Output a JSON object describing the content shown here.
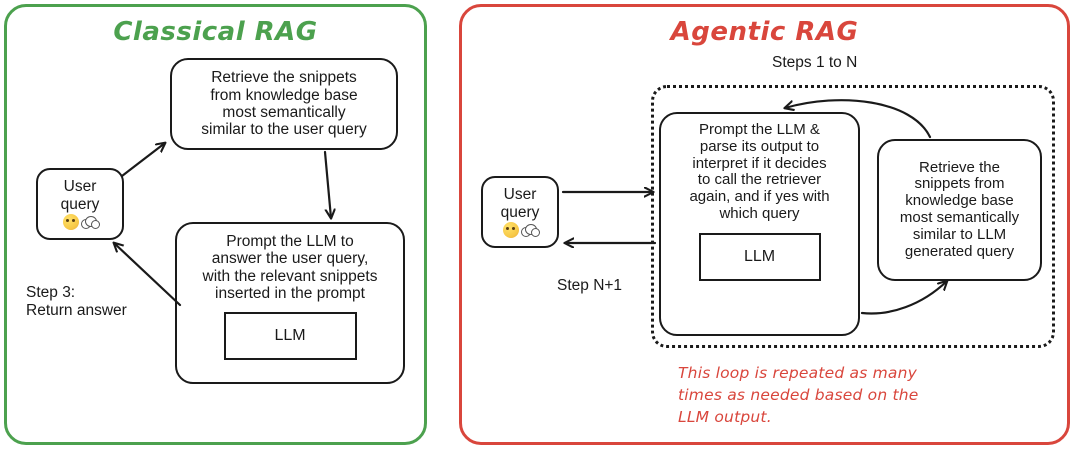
{
  "figure": {
    "title_left": "Classical RAG",
    "title_right": "Agentic RAG",
    "accent_green": "#4CA14E",
    "accent_red": "#D9463C",
    "ink": "#1a1a1a"
  },
  "classical": {
    "title": "Classical RAG",
    "user_query": {
      "line1": "User",
      "line2": "query",
      "emoji": [
        "thinking-face",
        "thought-balloon"
      ]
    },
    "retrieve_box": "Retrieve the snippets\nfrom knowledge base\nmost semantically\nsimilar to the user query",
    "prompt_box": "Prompt the LLM to\nanswer the user query,\nwith the relevant snippets\ninserted in the prompt",
    "llm_label": "LLM",
    "step_label": "Step 3:\nReturn answer"
  },
  "agentic": {
    "title": "Agentic RAG",
    "loop_label": "Steps 1 to N",
    "user_query": {
      "line1": "User",
      "line2": "query",
      "emoji": [
        "thinking-face",
        "thought-balloon"
      ]
    },
    "prompt_box": "Prompt the LLM &\nparse its output to\ninterpret if it decides\nto call the retriever\nagain, and if yes with\nwhich query",
    "retrieve_box": "Retrieve the\nsnippets from\nknowledge base\nmost semantically\nsimilar to LLM\ngenerated query",
    "llm_label": "LLM",
    "step_label": "Step N+1",
    "note": "This loop is repeated as many\ntimes as needed based on the\nLLM output."
  }
}
